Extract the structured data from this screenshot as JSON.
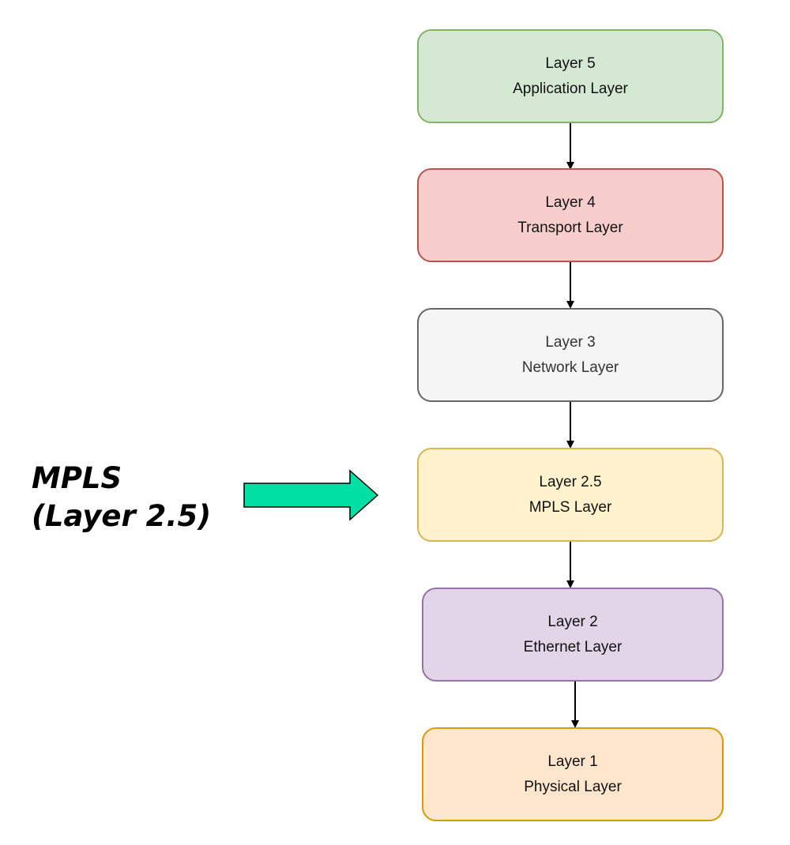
{
  "side_label": {
    "line1": "MPLS",
    "line2": "(Layer 2.5)"
  },
  "pointer_arrow": {
    "fill_color": "#00e0a4",
    "stroke_color": "#000000"
  },
  "layers": [
    {
      "number": "Layer 5",
      "name": "Application Layer",
      "fill": "#d5e8d4",
      "stroke": "#82b366"
    },
    {
      "number": "Layer 4",
      "name": "Transport Layer",
      "fill": "#f8cecc",
      "stroke": "#b85450"
    },
    {
      "number": "Layer 3",
      "name": "Network Layer",
      "fill": "#f5f5f5",
      "stroke": "#666666",
      "text_color": "#333333"
    },
    {
      "number": "Layer 2.5",
      "name": "MPLS Layer",
      "fill": "#fff2cc",
      "stroke": "#d6b656"
    },
    {
      "number": "Layer 2",
      "name": "Ethernet Layer",
      "fill": "#e1d5e7",
      "stroke": "#9673a6"
    },
    {
      "number": "Layer 1",
      "name": "Physical Layer",
      "fill": "#ffe6cc",
      "stroke": "#d79b00"
    }
  ]
}
